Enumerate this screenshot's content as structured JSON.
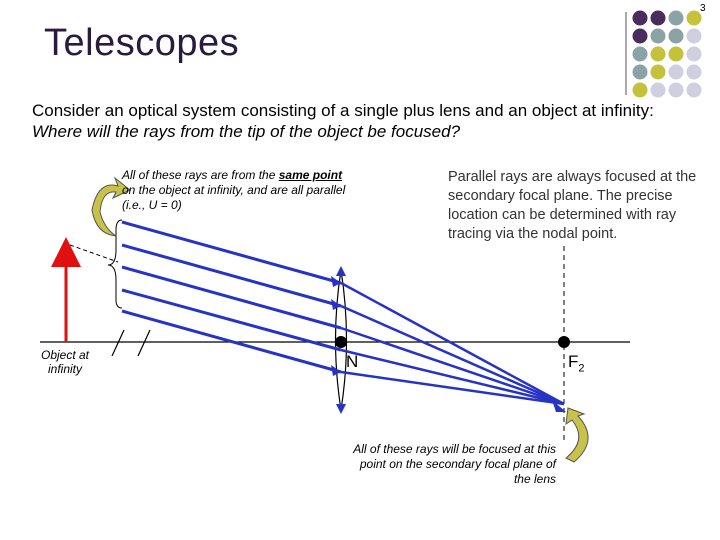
{
  "slide_number": "3",
  "title": "Telescopes",
  "question": {
    "line1": "Consider an optical system consisting of a single plus lens and an object at infinity:",
    "line2": "Where will the rays from the tip of the object be focused?"
  },
  "note_rays": {
    "prefix": "All of these rays are from the ",
    "emphasis": "same point",
    "suffix": " on the object at infinity, and are all parallel (i.e., U = 0)"
  },
  "note_parallel": "Parallel rays are always focused at the secondary focal plane. The precise location can be determined with ray tracing via the nodal point.",
  "label_object": "Object at infinity",
  "label_nodal": "N",
  "label_focal": {
    "main": "F",
    "sub": "2"
  },
  "note_focus": "All of these rays will be focused at this point on the secondary focal plane of the lens",
  "colors": {
    "title": "#2b1a3f",
    "rays": "#2633c4",
    "object_arrow": "#e01010",
    "curved_arrow_fill": "#c8c24a",
    "dot_purple": "#4b2c5e",
    "dot_teal": "#8aa3a6",
    "dot_olive": "#c4c23a",
    "dot_light": "#cfcfe0"
  }
}
